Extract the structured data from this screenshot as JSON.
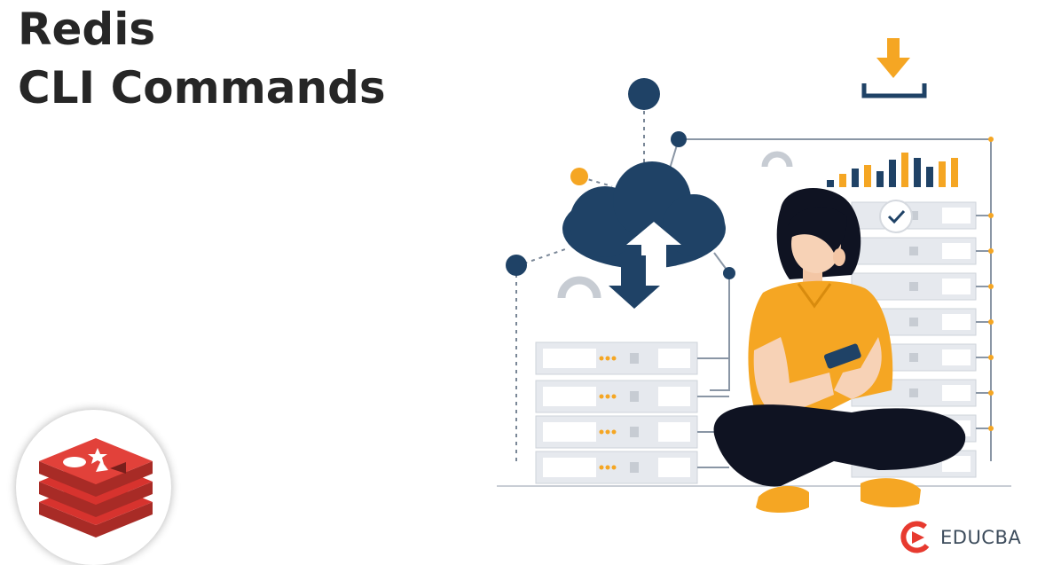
{
  "title": {
    "line1": "Redis",
    "line2": "CLI Commands"
  },
  "brand": {
    "name": "EDUCBA",
    "logo_icon": "educba-logo-icon"
  },
  "badge": {
    "icon": "redis-logo-icon"
  },
  "illustration": {
    "icons": [
      "cloud-sync-icon",
      "download-icon",
      "server-rack-icon",
      "bar-chart-icon",
      "checkmark-icon",
      "smartphone-icon"
    ]
  },
  "colors": {
    "title": "#262626",
    "navy": "#1f4266",
    "orange": "#f5a623",
    "redis_red": "#d7332e",
    "educba_red": "#e73a2f",
    "server_gray": "#e6e9ee"
  }
}
